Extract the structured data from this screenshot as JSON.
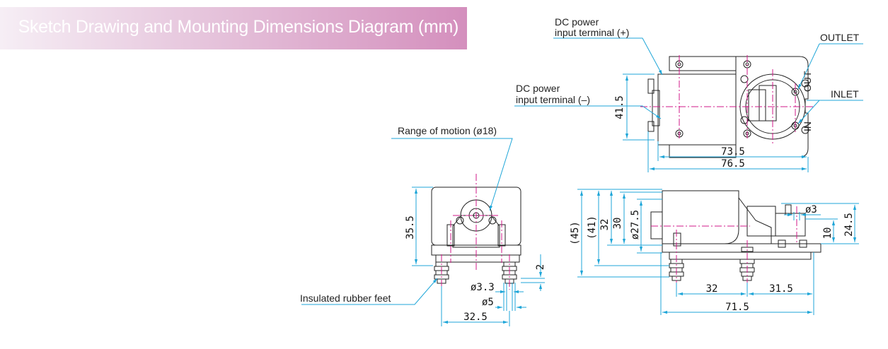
{
  "header": {
    "title": "Sketch Drawing and Mounting Dimensions Diagram (mm)"
  },
  "labels": {
    "dc_plus": [
      "DC power",
      "input terminal (+)"
    ],
    "dc_minus": [
      "DC power",
      "input terminal (–)"
    ],
    "outlet": "OUTLET",
    "inlet": "INLET",
    "range_of_motion": "Range of motion (ø18)",
    "rubber_feet": "Insulated rubber feet",
    "port_out": "OUT",
    "port_in": "IN"
  },
  "dimensions": {
    "top_height": "41.5",
    "top_width_inner": "73.5",
    "top_width_outer": "76.5",
    "front_height": "35.5",
    "foot_offset": "2",
    "hole_small": "ø3.3",
    "hole_large": "ø5",
    "foot_spacing": "32.5",
    "side_h45": "(45)",
    "side_h41": "(41)",
    "side_h32": "32",
    "side_h30": "30",
    "side_dia": "ø27.5",
    "nozzle_dia": "ø3",
    "nozzle_h10": "10",
    "nozzle_h24": "24.5",
    "side_foot_spacing": "32",
    "side_nozzle_offset": "31.5",
    "side_total": "71.5"
  }
}
